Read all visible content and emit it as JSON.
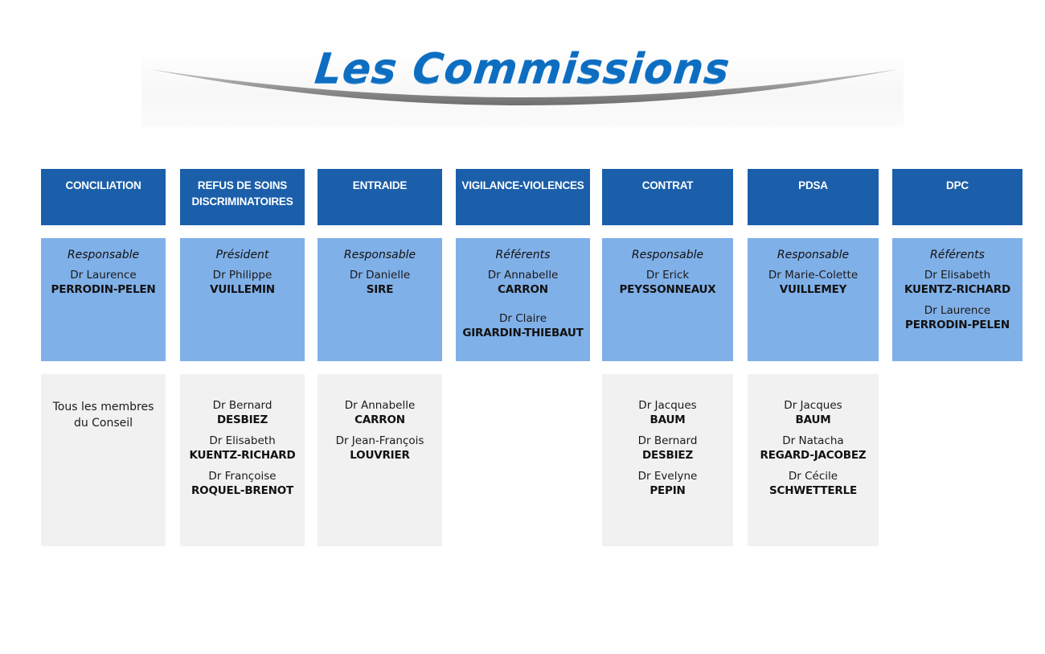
{
  "page": {
    "title": "Les Commissions"
  },
  "colors": {
    "title_blue": "#0d6ec1",
    "header_blue": "#1b5faa",
    "responsible_blue": "#80b0e8",
    "members_gray": "#f1f1f1"
  },
  "commissions": [
    {
      "name": "CONCILIATION",
      "name_line2": "",
      "role": "Responsable",
      "leads": [
        {
          "first": "Dr Laurence",
          "last": "PERRODIN-PELEN"
        }
      ],
      "members_note": "Tous les membres du Conseil",
      "members": []
    },
    {
      "name": "REFUS DE SOINS",
      "name_line2": "DISCRIMINATOIRES",
      "role": "Président",
      "leads": [
        {
          "first": "Dr Philippe",
          "last": "VUILLEMIN"
        }
      ],
      "members": [
        {
          "first": "Dr Bernard",
          "last": "DESBIEZ"
        },
        {
          "first": "Dr Elisabeth",
          "last": "KUENTZ-RICHARD"
        },
        {
          "first": "Dr Françoise",
          "last": "ROQUEL-BRENOT"
        }
      ]
    },
    {
      "name": "ENTRAIDE",
      "name_line2": "",
      "role": "Responsable",
      "leads": [
        {
          "first": "Dr Danielle",
          "last": "SIRE"
        }
      ],
      "members": [
        {
          "first": "Dr Annabelle",
          "last": "CARRON"
        },
        {
          "first": "Dr Jean-François",
          "last": "LOUVRIER"
        }
      ]
    },
    {
      "name": "VIGILANCE-VIOLENCES",
      "name_line2": "",
      "role": "Référents",
      "leads": [
        {
          "first": "Dr Annabelle",
          "last": "CARRON"
        },
        {
          "first": "Dr Claire",
          "last": "GIRARDIN-THIEBAUT"
        }
      ],
      "members": []
    },
    {
      "name": "CONTRAT",
      "name_line2": "",
      "role": "Responsable",
      "leads": [
        {
          "first": "Dr Erick",
          "last": "PEYSSONNEAUX"
        }
      ],
      "members": [
        {
          "first": "Dr Jacques",
          "last": "BAUM"
        },
        {
          "first": "Dr Bernard",
          "last": "DESBIEZ"
        },
        {
          "first": "Dr Evelyne",
          "last": "PEPIN"
        }
      ]
    },
    {
      "name": "PDSA",
      "name_line2": "",
      "role": "Responsable",
      "leads": [
        {
          "first": "Dr Marie-Colette",
          "last": "VUILLEMEY"
        }
      ],
      "members": [
        {
          "first": "Dr Jacques",
          "last": "BAUM"
        },
        {
          "first": "Dr Natacha",
          "last": "REGARD-JACOBEZ"
        },
        {
          "first": "Dr Cécile",
          "last": "SCHWETTERLE"
        }
      ]
    },
    {
      "name": "DPC",
      "name_line2": "",
      "role": "Référents",
      "leads": [
        {
          "first": "Dr Elisabeth",
          "last": "KUENTZ-RICHARD"
        },
        {
          "first": "Dr Laurence",
          "last": "PERRODIN-PELEN"
        }
      ],
      "members": []
    }
  ]
}
